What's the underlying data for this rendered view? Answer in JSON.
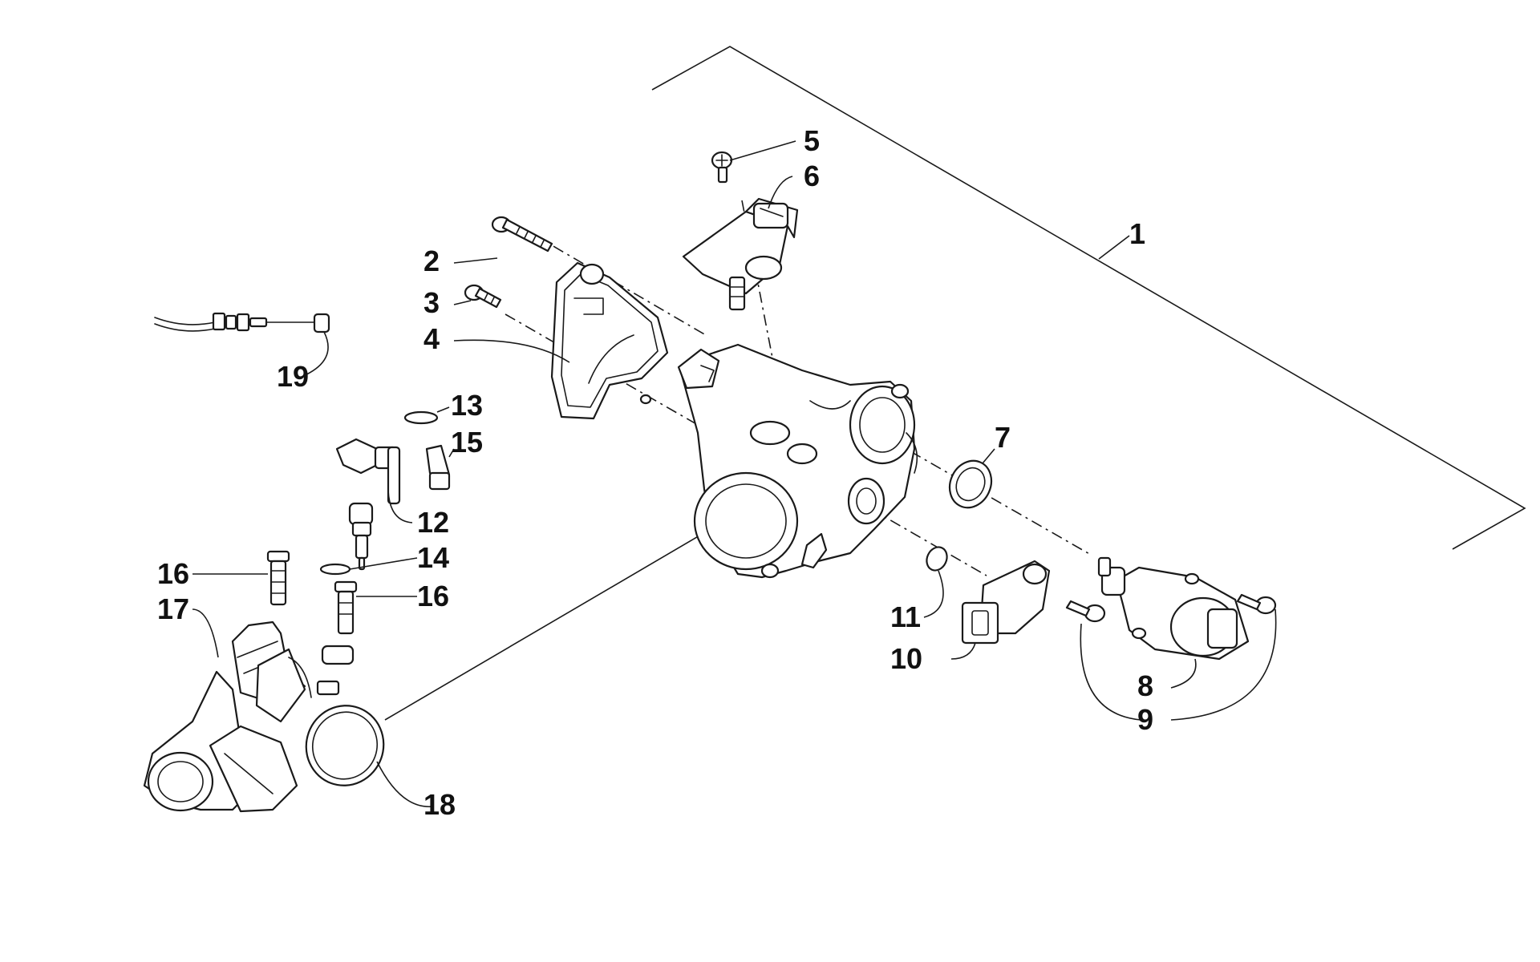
{
  "callouts": [
    {
      "id": "1",
      "label": "1"
    },
    {
      "id": "2",
      "label": "2"
    },
    {
      "id": "3",
      "label": "3"
    },
    {
      "id": "4",
      "label": "4"
    },
    {
      "id": "5",
      "label": "5"
    },
    {
      "id": "6",
      "label": "6"
    },
    {
      "id": "7",
      "label": "7"
    },
    {
      "id": "8",
      "label": "8"
    },
    {
      "id": "9",
      "label": "9"
    },
    {
      "id": "10",
      "label": "10"
    },
    {
      "id": "11",
      "label": "11"
    },
    {
      "id": "12",
      "label": "12"
    },
    {
      "id": "13",
      "label": "13"
    },
    {
      "id": "14",
      "label": "14"
    },
    {
      "id": "15",
      "label": "15"
    },
    {
      "id": "16a",
      "label": "16"
    },
    {
      "id": "16b",
      "label": "16"
    },
    {
      "id": "17",
      "label": "17"
    },
    {
      "id": "18",
      "label": "18"
    },
    {
      "id": "19",
      "label": "19"
    }
  ]
}
